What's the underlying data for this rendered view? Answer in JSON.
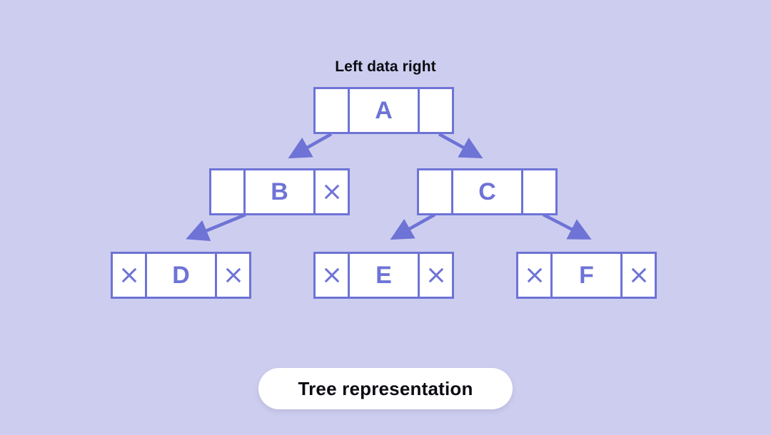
{
  "canvas": {
    "background_color": "#cdcdef",
    "accent_color": "#6e73d6",
    "node_fill_color": "#ffffff",
    "text_color": "#0b0b12"
  },
  "header": {
    "label": "Left data right"
  },
  "caption": {
    "label": "Tree representation"
  },
  "tree": {
    "nodes": [
      {
        "id": "A",
        "data": "A",
        "left_pointer": "link",
        "right_pointer": "link",
        "left_mark": "",
        "right_mark": "",
        "level": 0
      },
      {
        "id": "B",
        "data": "B",
        "left_pointer": "link",
        "right_pointer": "null",
        "left_mark": "",
        "right_mark": "x",
        "level": 1
      },
      {
        "id": "C",
        "data": "C",
        "left_pointer": "link",
        "right_pointer": "link",
        "left_mark": "",
        "right_mark": "",
        "level": 1
      },
      {
        "id": "D",
        "data": "D",
        "left_pointer": "null",
        "right_pointer": "null",
        "left_mark": "x",
        "right_mark": "x",
        "level": 2
      },
      {
        "id": "E",
        "data": "E",
        "left_pointer": "null",
        "right_pointer": "null",
        "left_mark": "x",
        "right_mark": "x",
        "level": 2
      },
      {
        "id": "F",
        "data": "F",
        "left_pointer": "null",
        "right_pointer": "null",
        "left_mark": "x",
        "right_mark": "x",
        "level": 2
      }
    ],
    "edges": [
      {
        "from": "A",
        "to": "B",
        "side": "left"
      },
      {
        "from": "A",
        "to": "C",
        "side": "right"
      },
      {
        "from": "B",
        "to": "D",
        "side": "left"
      },
      {
        "from": "C",
        "to": "E",
        "side": "left"
      },
      {
        "from": "C",
        "to": "F",
        "side": "right"
      }
    ]
  }
}
